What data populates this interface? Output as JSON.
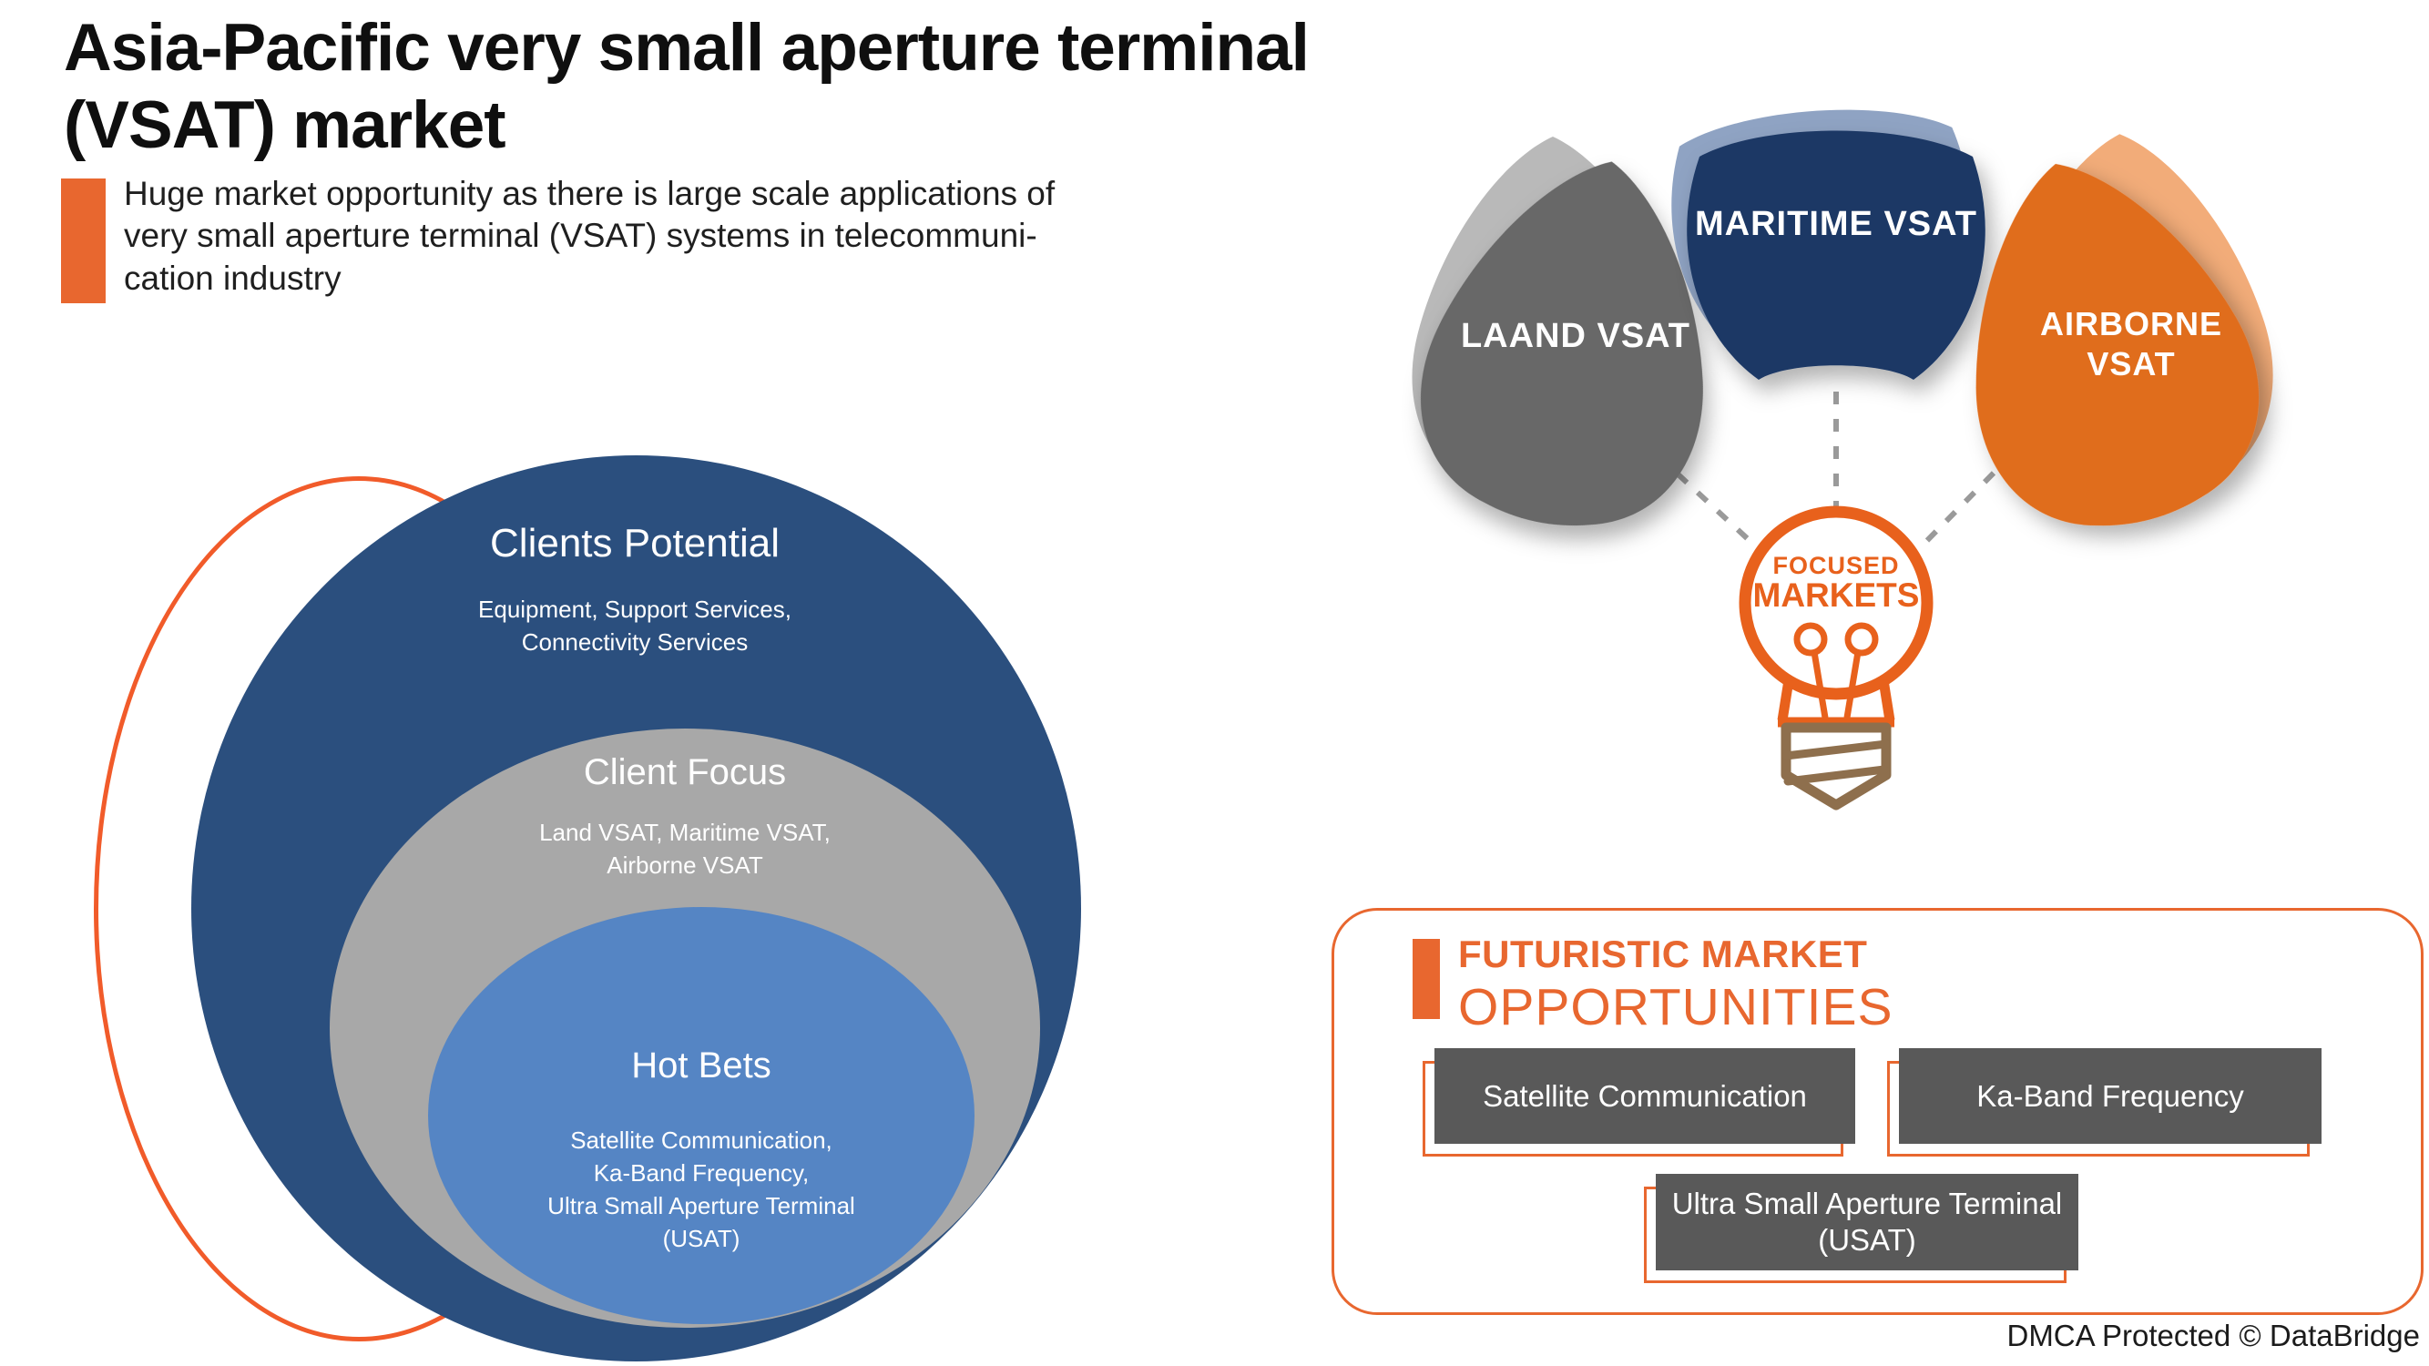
{
  "header": {
    "title_lines": [
      "Asia-Pacific very small aperture terminal",
      "(VSAT) market"
    ],
    "subtitle_lines": [
      "Huge market opportunity as there is large scale applications of",
      "very small aperture terminal (VSAT) systems in telecommuni-",
      "cation industry"
    ],
    "accent_color": "#E8672F"
  },
  "venn": {
    "outline_color": "#F15B2A",
    "rings": [
      {
        "title": "Clients Potential",
        "lines": [
          "Equipment, Support Services,",
          "Connectivity Services"
        ],
        "color": "#2B4F7E"
      },
      {
        "title": "Client Focus",
        "lines": [
          "Land VSAT, Maritime VSAT,",
          "Airborne VSAT"
        ],
        "color": "#A8A8A8"
      },
      {
        "title": "Hot Bets",
        "lines": [
          "Satellite Communication,",
          "Ka-Band Frequency,",
          "Ultra Small Aperture Terminal",
          "(USAT)"
        ],
        "color": "#5585C4"
      }
    ]
  },
  "focus_diagram": {
    "petals": [
      {
        "label_lines": [
          "LAAND VSAT"
        ],
        "color": "#676767",
        "shadow_color": "#B9B9B9"
      },
      {
        "label_lines": [
          "MARITIME VSAT"
        ],
        "color": "#1B3765",
        "shadow_color": "#8FA3C3"
      },
      {
        "label_lines": [
          "AIRBORNE",
          "VSAT"
        ],
        "color": "#E06D1E",
        "shadow_color": "#F2AC79"
      }
    ],
    "bulb": {
      "label_lines": [
        "FOCUSED",
        "MARKETS"
      ],
      "outline_color": "#E8611C",
      "base_color": "#8E6F4D"
    },
    "connector_color": "#9A9A9A"
  },
  "opportunities": {
    "heading_lines": [
      "FUTURISTIC MARKET",
      "OPPORTUNITIES"
    ],
    "accent_color": "#E8672F",
    "item_bg": "#595959",
    "items": [
      "Satellite Communication",
      "Ka-Band Frequency",
      "Ultra Small Aperture Terminal (USAT)"
    ]
  },
  "footer": {
    "dmca": "DMCA Protected © DataBridge"
  }
}
